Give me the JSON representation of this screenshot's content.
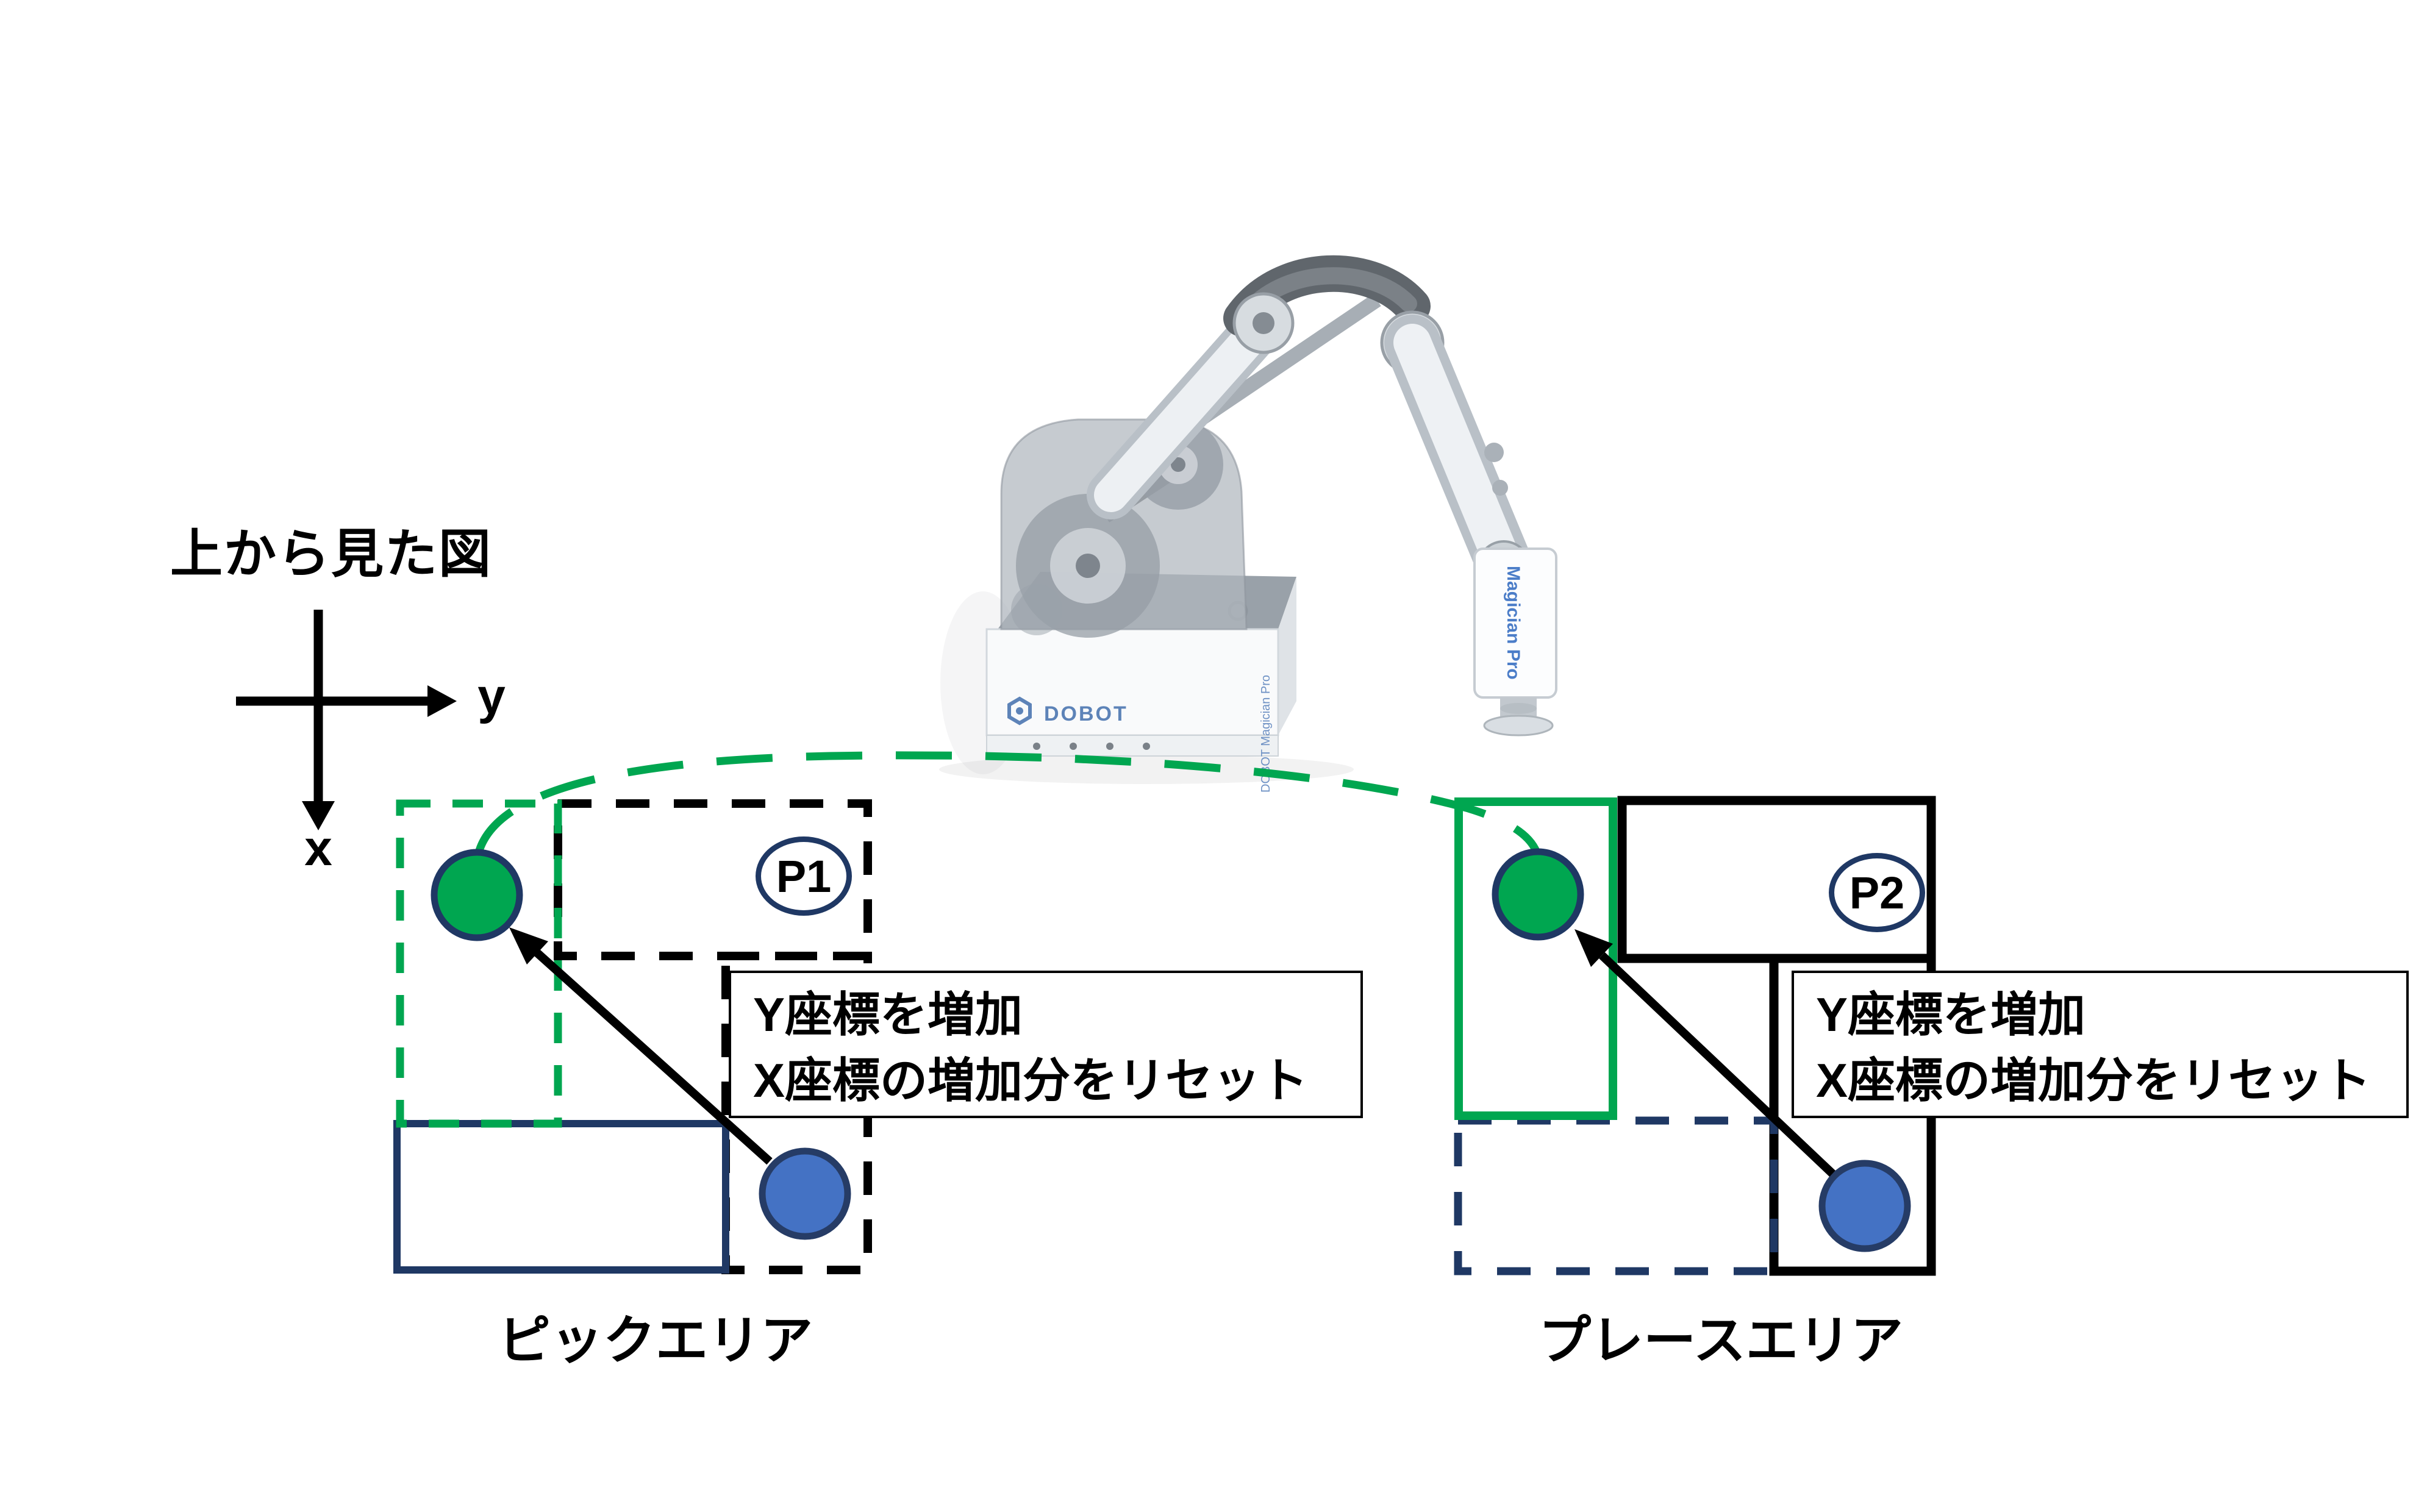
{
  "title": {
    "text": "上から見た図"
  },
  "axis": {
    "x_label": "x",
    "y_label": "y"
  },
  "pick_area": {
    "label": "ピックエリア",
    "point_label": "P1",
    "note_line1": "Y座標を増加",
    "note_line2": "X座標の増加分をリセット"
  },
  "place_area": {
    "label": "プレースエリア",
    "point_label": "P2",
    "note_line1": "Y座標を増加",
    "note_line2": "X座標の増加分をリセット"
  },
  "robot": {
    "brand": "DOBOT",
    "model": "Magician Pro",
    "side_label": "DOBOT Magician Pro"
  },
  "colors": {
    "green": "#00A650",
    "navy": "#1F3864",
    "blue": "#4472C4",
    "blue_stroke": "#263C66",
    "black": "#000000"
  }
}
